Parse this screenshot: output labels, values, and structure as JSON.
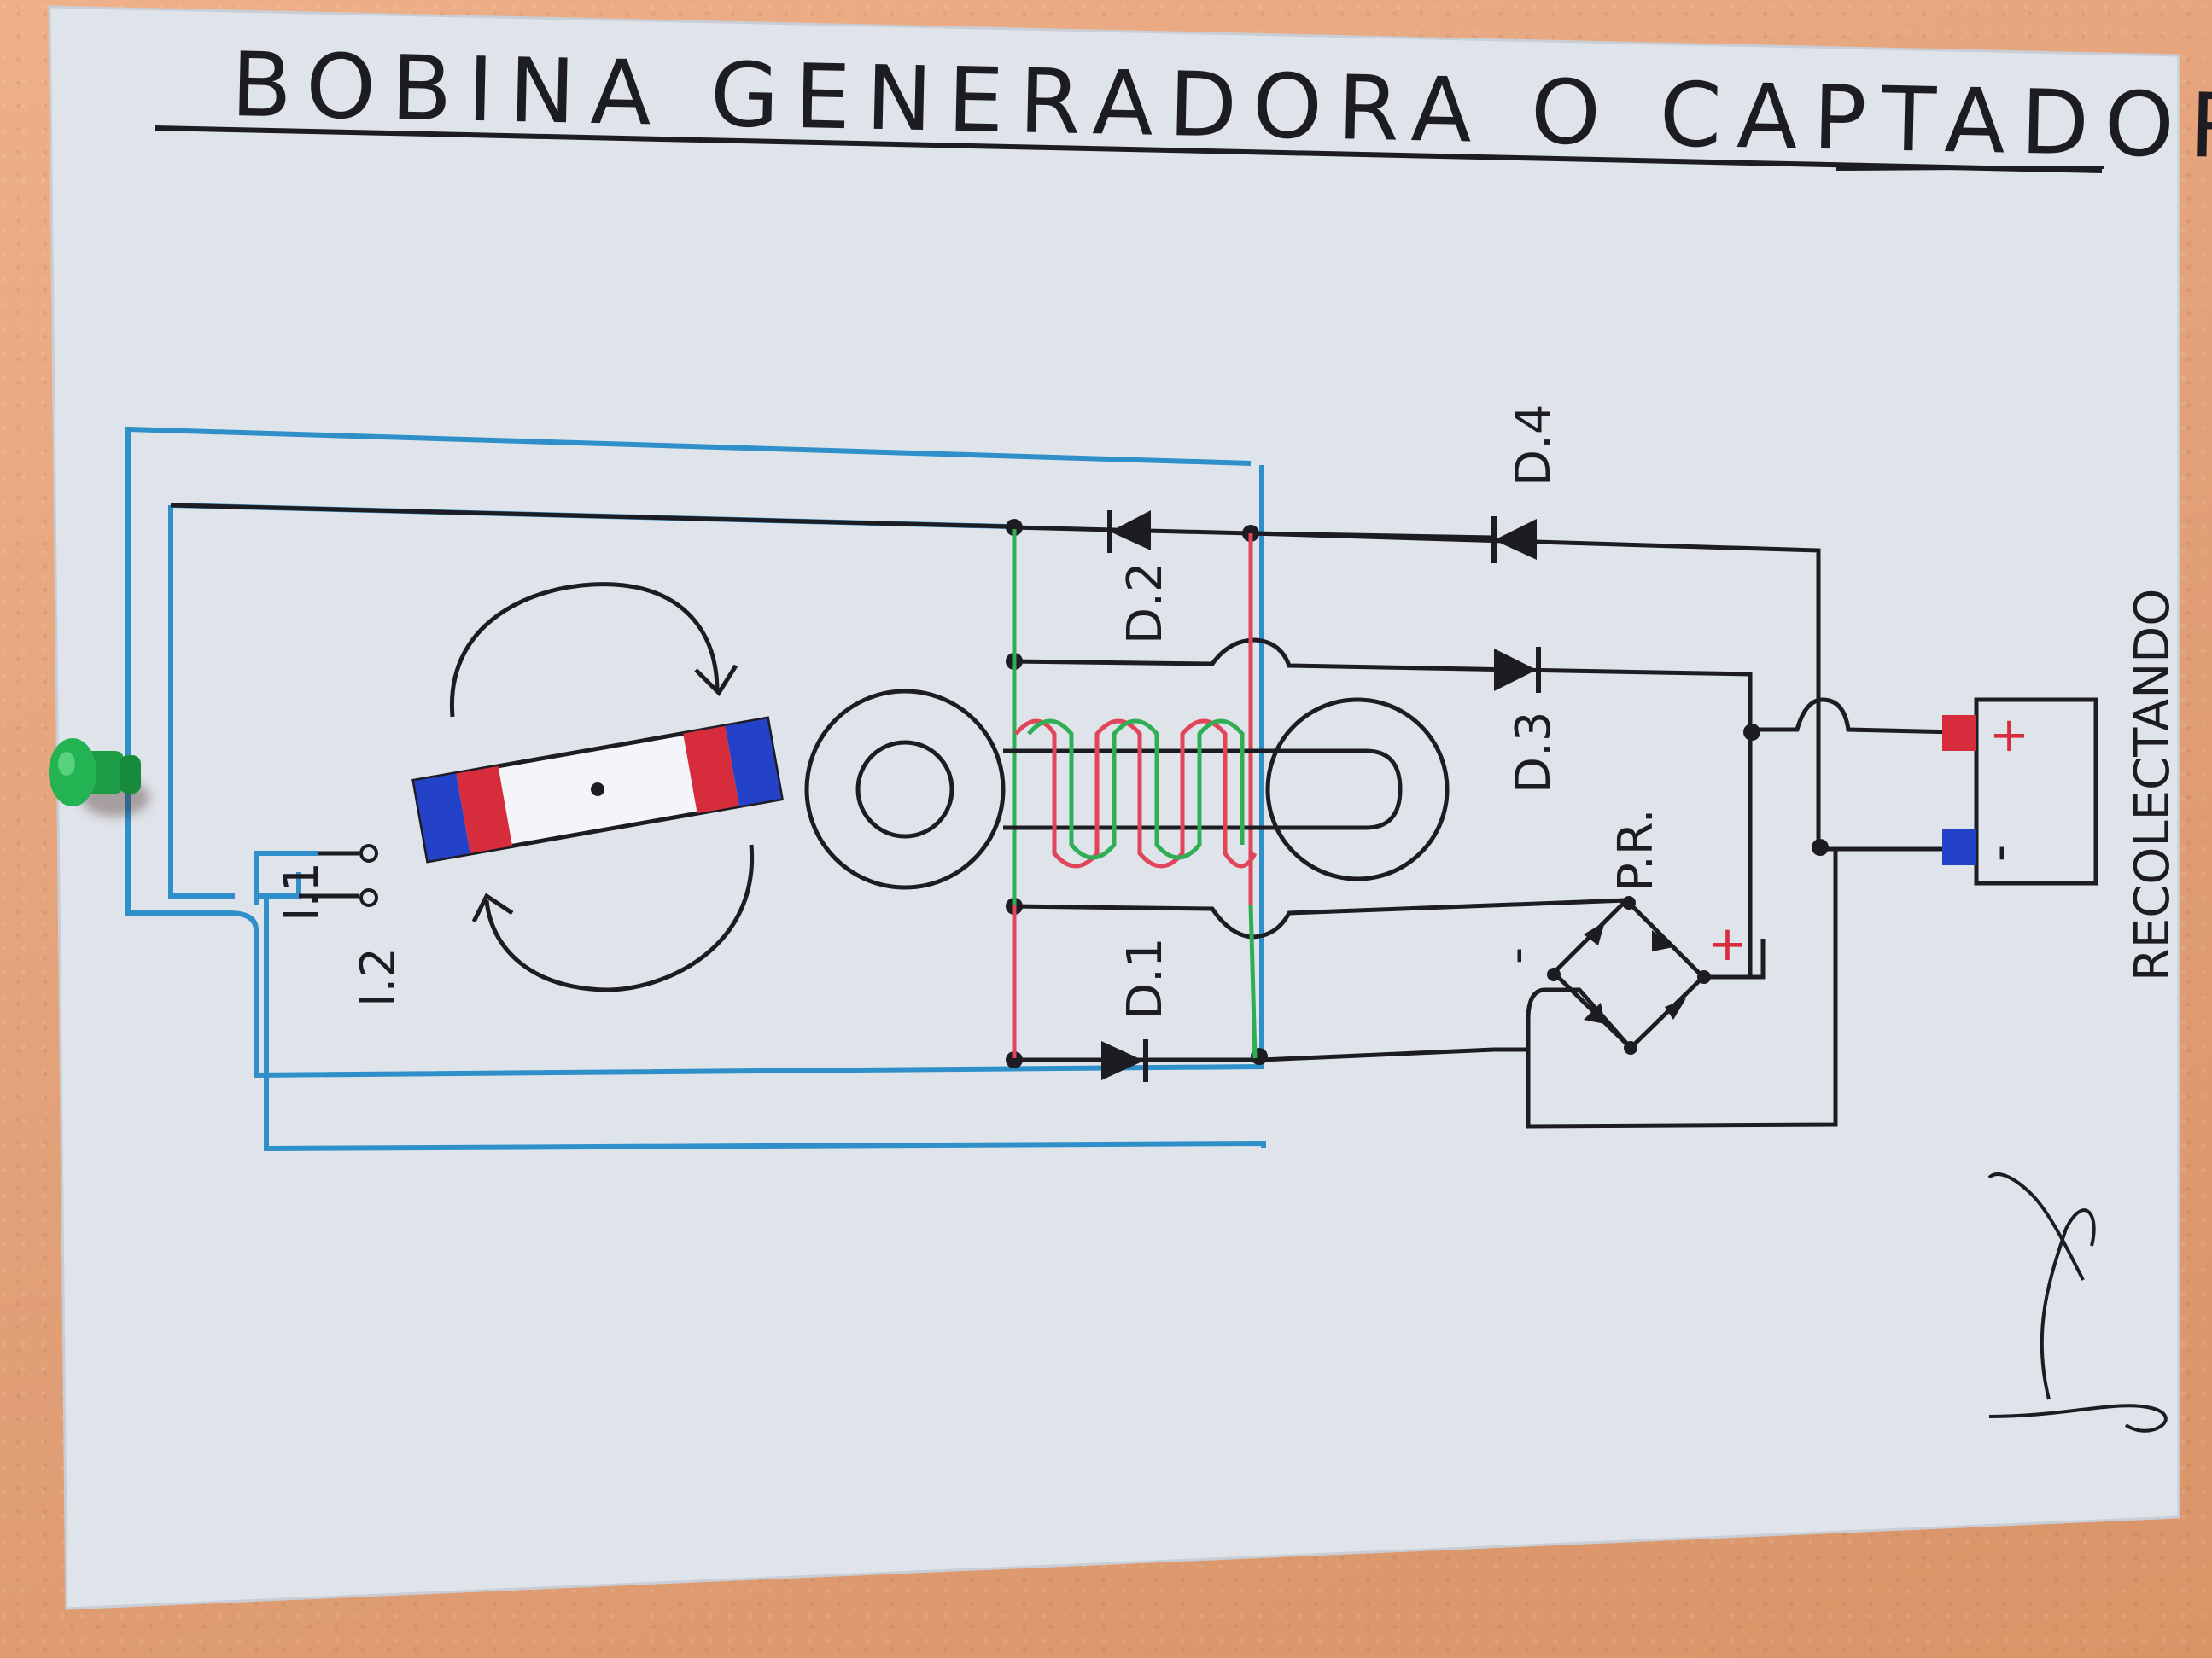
{
  "title": "BOBINA GENERADORA O CAPTADORA",
  "labels": {
    "input_1": "I.1",
    "input_2": "I.2",
    "diode_1": "D.1",
    "diode_2": "D.2",
    "diode_3": "D.3",
    "diode_4": "D.4",
    "bridge_rectifier": "P.R.",
    "bridge_plus": "+",
    "bridge_minus": "-",
    "battery_plus": "+",
    "battery_minus": "-",
    "battery_caption": "RECOLECTANDO"
  },
  "colors": {
    "paper": "#dfe3ea",
    "wall": "#e6a47c",
    "ink": "#1c1c22",
    "blue_wire": "#2f8fc8",
    "green_wire": "#2fae54",
    "red_wire": "#e0455a",
    "magnet_red": "#d62c3c",
    "magnet_blue": "#2342c8",
    "pin_green": "#1c9c45"
  },
  "icons": {
    "pushpin": "pushpin-icon",
    "signature": "signature-mark"
  }
}
